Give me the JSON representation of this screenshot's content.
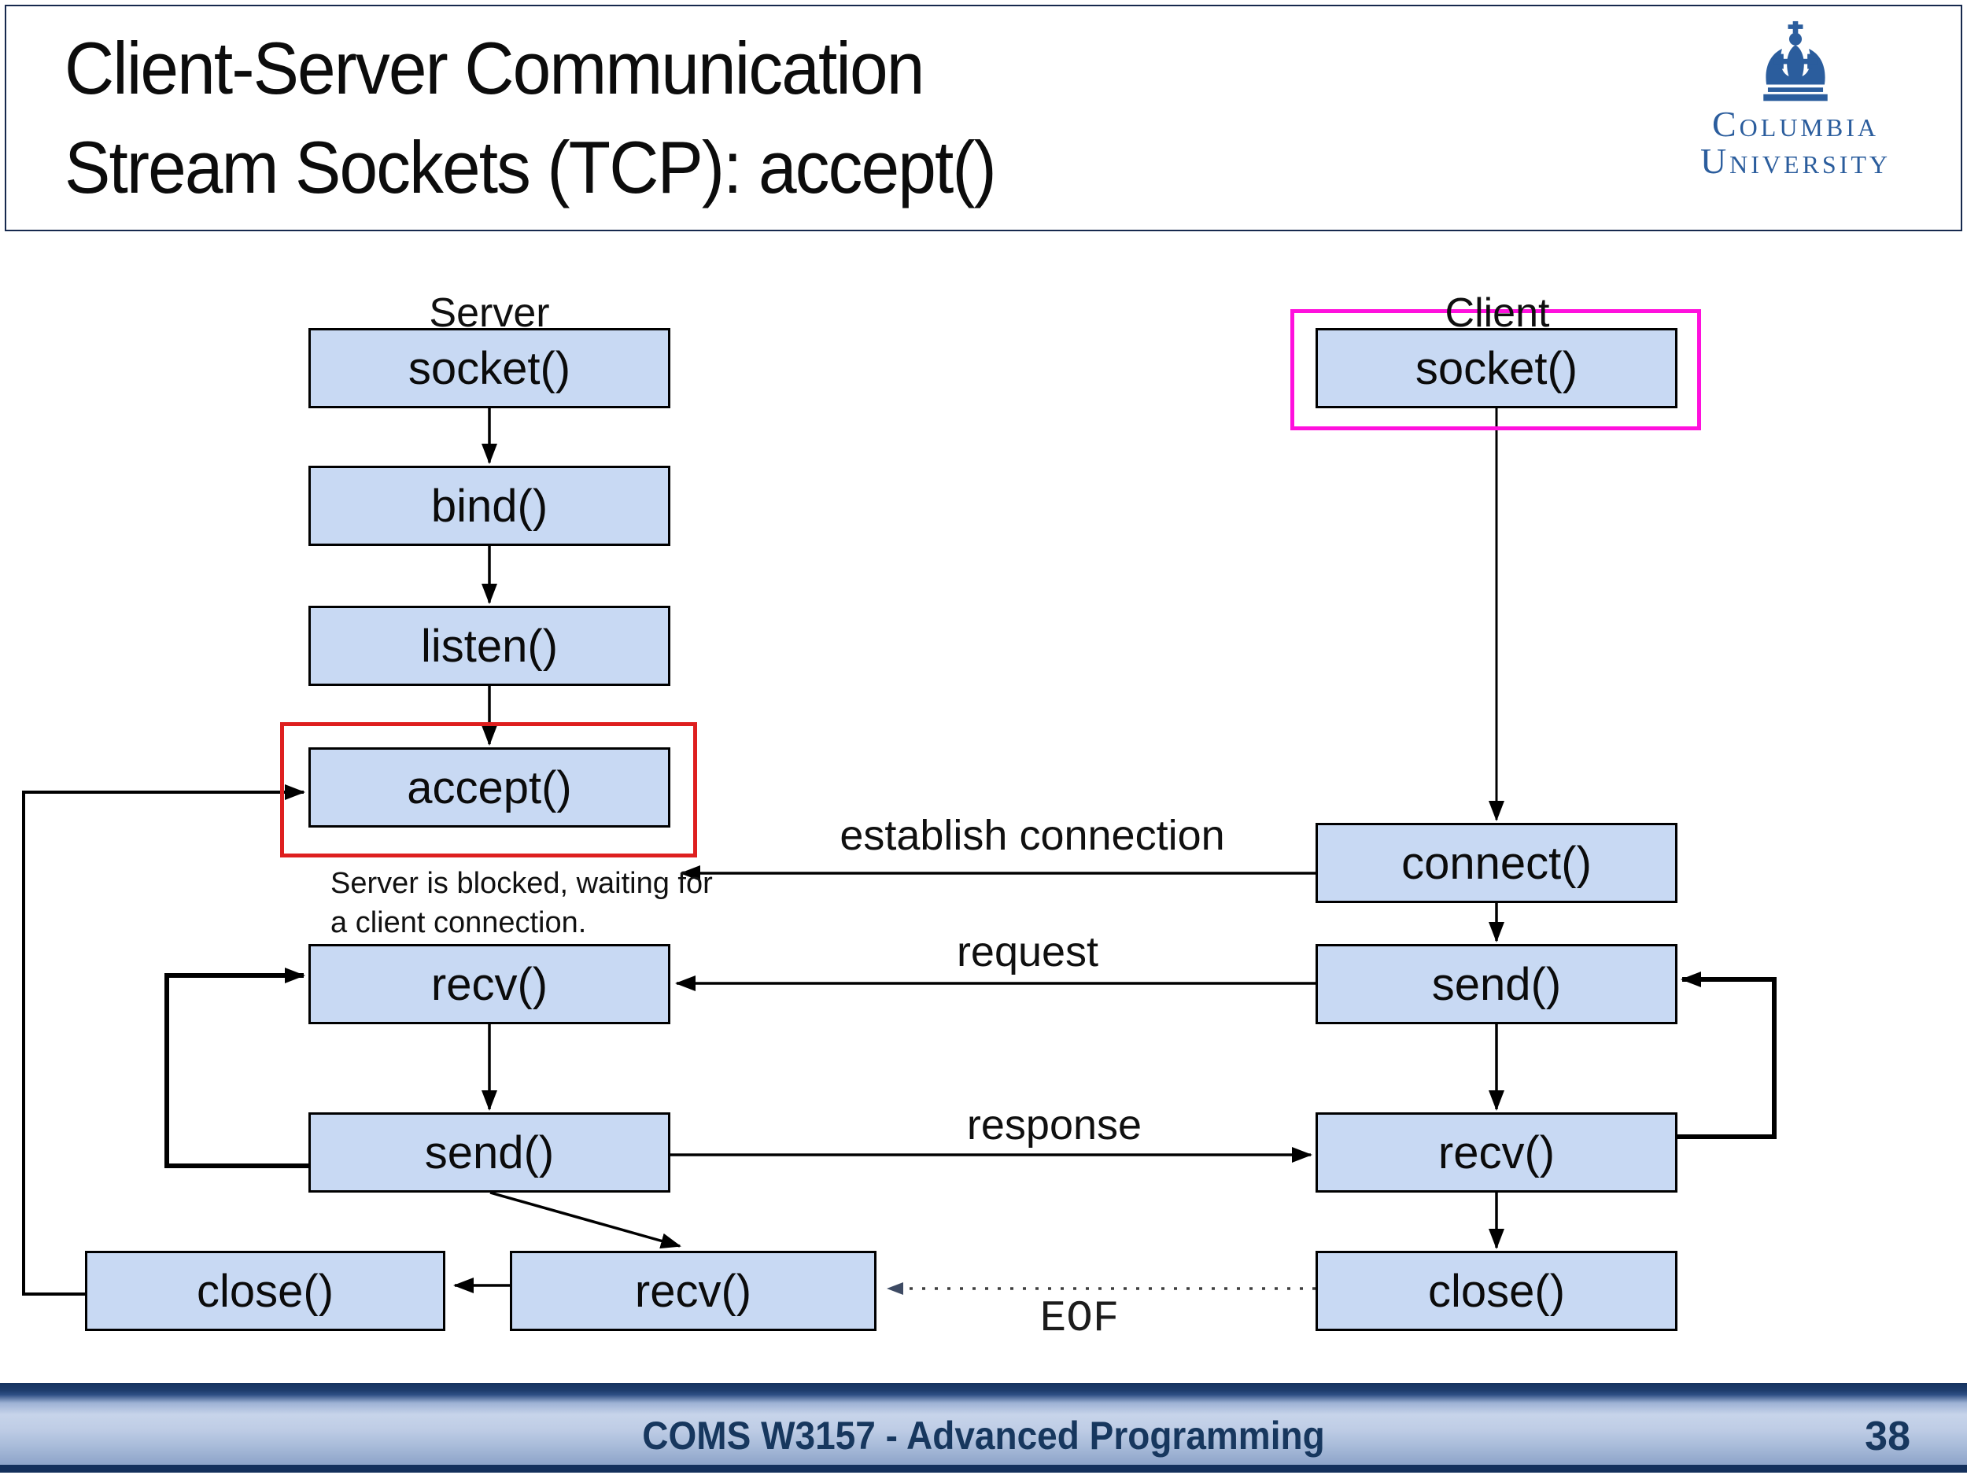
{
  "header": {
    "title_line1": "Client-Server Communication",
    "title_line2": "Stream Sockets (TCP): accept()"
  },
  "logo": {
    "name_line1": "Columbia",
    "name_line2": "University",
    "icon": "columbia-crown-icon"
  },
  "columns": {
    "server_label": "Server",
    "client_label": "Client"
  },
  "nodes": {
    "server": {
      "socket": "socket()",
      "bind": "bind()",
      "listen": "listen()",
      "accept": "accept()",
      "recv": "recv()",
      "send": "send()",
      "close": "close()",
      "recv2": "recv()"
    },
    "client": {
      "socket": "socket()",
      "connect": "connect()",
      "send": "send()",
      "recv": "recv()",
      "close": "close()"
    }
  },
  "annotations": {
    "blocked_note_line1": "Server is blocked, waiting for",
    "blocked_note_line2": "a client connection.",
    "establish_label": "establish connection",
    "request_label": "request",
    "response_label": "response",
    "eof_label": "EOF"
  },
  "footer": {
    "course": "COMS W3157 - Advanced Programming",
    "page_number": "38"
  },
  "colors": {
    "node_fill": "#c8d9f3",
    "accent_red": "#de1f1f",
    "accent_magenta": "#ff10dd",
    "logo_blue": "#2b5d9d",
    "footer_text": "#17375e",
    "header_navy": "#1a3160"
  }
}
